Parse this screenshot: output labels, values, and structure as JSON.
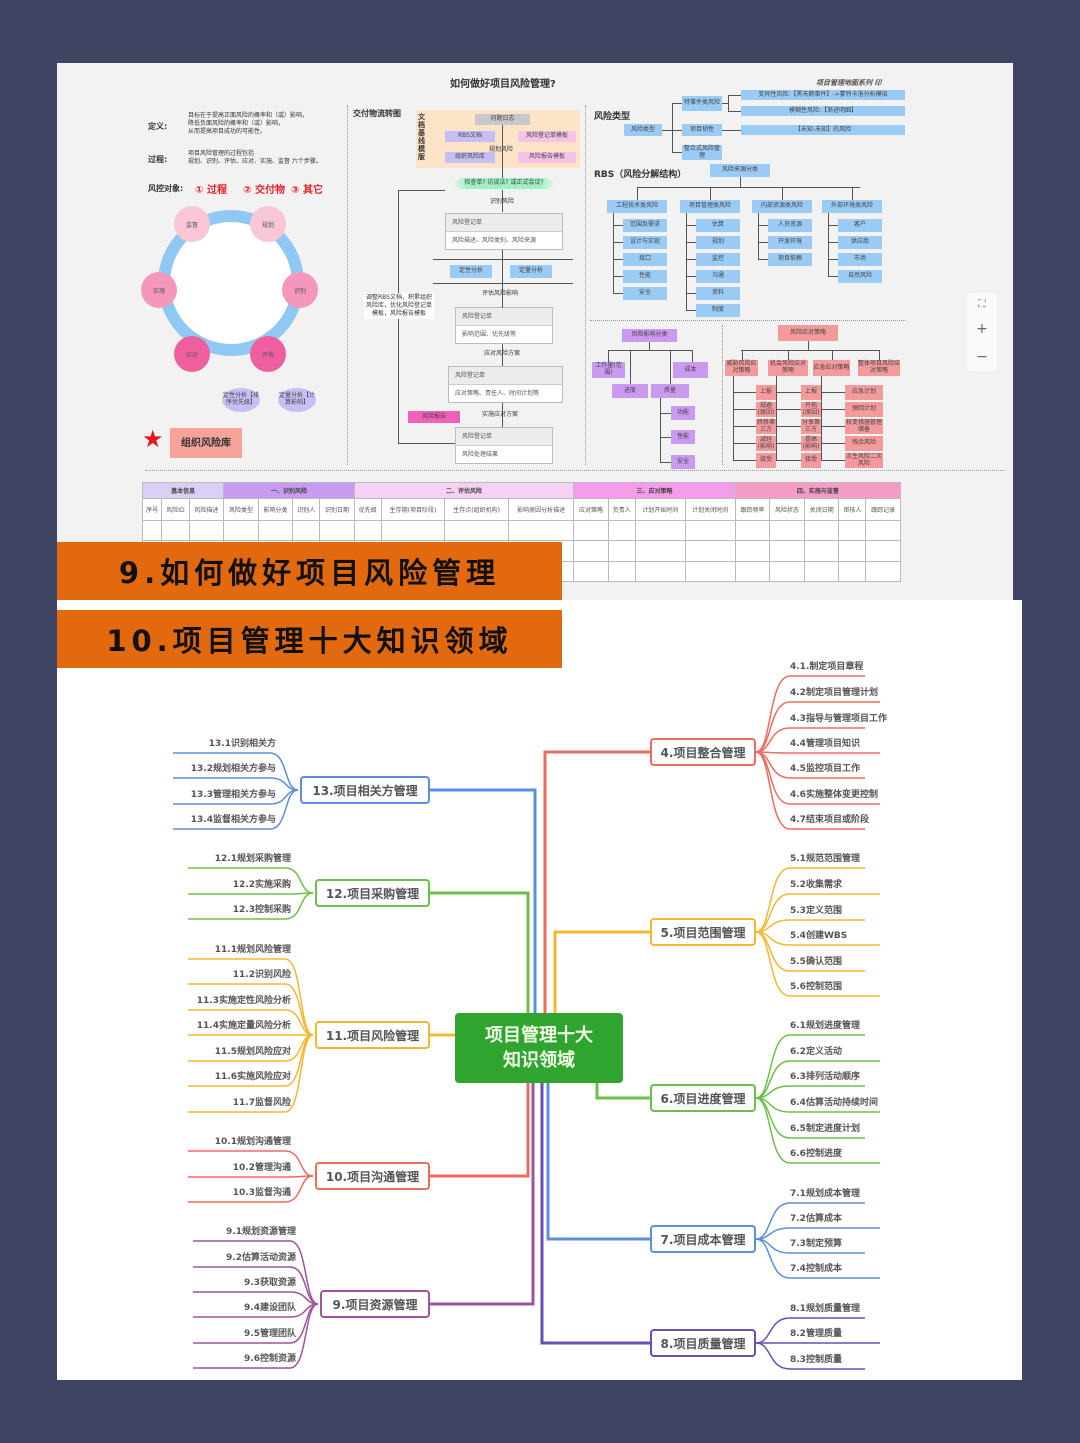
{
  "upper": {
    "title": "如何做好项目风险管理?",
    "series_mark": "项目管理地图系列  印",
    "definition": {
      "label": "定义:",
      "lines": [
        "目标在于提高正面风险的概率和（或）影响，",
        "降低负面风险的概率和（或）影响，",
        "从而提高项目成功的可能性。"
      ]
    },
    "process": {
      "label": "过程:",
      "lines": [
        "项目风险管理的过程包括",
        "规划、识别、评估、应对、实施、监督 六个步骤。"
      ]
    },
    "objects": {
      "label": "风控对象:",
      "items": [
        "① 过程",
        "② 交付物",
        "③ 其它"
      ]
    },
    "cycle": [
      "监督",
      "规划",
      "识别",
      "评估",
      "应对",
      "实施"
    ],
    "analysis": [
      "定性分析【排序优先级】",
      "定量分析【计算影响】"
    ],
    "org_library": "组织风险库",
    "flow": {
      "heading": "交付物流转图",
      "baseline": "文档基线模版",
      "issue_log": "问题日志",
      "rbs_doc": "RBS文档",
      "org_lib": "组织风险库",
      "register_tpl": "风险登记单模板",
      "report_tpl": "风险报告模板",
      "plan": "规划风险",
      "check": "检查单? 访谈法? 或正式会议?",
      "identify": "识别风险",
      "registers": [
        {
          "title": "风险登记单",
          "body": "风险描述、风险类别、风险来源"
        },
        {
          "title": "风险登记单",
          "body": "影响范围、优先级等"
        },
        {
          "title": "风险登记单",
          "body": "应对策略、责任人、时间计划等"
        },
        {
          "title": "风险登记单",
          "body": "风险处理结果"
        }
      ],
      "qual": "定性分析",
      "quant": "定量分析",
      "assess": "评估风险影响",
      "respond": "应对风险方案",
      "implement": "实施应对方案",
      "report": "风险报告",
      "feedback": "调整RBS文档，积累组织风险库，优化风险登记单模板，风险报告模板"
    },
    "types": {
      "heading": "风险类型",
      "root": "风险类型",
      "children": [
        "特事件类风险",
        "项目韧性",
        "整合式风险管理"
      ],
      "details": [
        "变异性风险:【黑天鹅事件】->蒙特卡洛分析模拟",
        "模糊性风险:【渐进明细】",
        "【未知-未知】的风险"
      ]
    },
    "rbs": {
      "heading": "RBS（风险分解结构）",
      "root": "风险来源分类",
      "groups": [
        {
          "name": "工程技术类风险",
          "items": [
            "范围及需求",
            "设计与实现",
            "接口",
            "性能",
            "安全"
          ]
        },
        {
          "name": "项目管理类风险",
          "items": [
            "估算",
            "规划",
            "监控",
            "沟通",
            "资料",
            "制度"
          ]
        },
        {
          "name": "内部资源类风险",
          "items": [
            "人员资源",
            "开发环境",
            "项目依赖"
          ]
        },
        {
          "name": "外部环境类风险",
          "items": [
            "客户",
            "供应商",
            "市场",
            "自然风险"
          ]
        }
      ]
    },
    "impact": {
      "root": "风险影响分类",
      "items": [
        "工作量(范围)",
        "进度",
        "质量",
        "成本"
      ],
      "quality": [
        "功能",
        "性能",
        "安全"
      ]
    },
    "strategy": {
      "root": "风险应对策略",
      "groups": [
        {
          "name": "威胁风险应对策略",
          "items": [
            "上报",
            "规避(原因)",
            "转移第三方",
            "减轻(影响)",
            "接受"
          ]
        },
        {
          "name": "机会风险应对策略",
          "items": [
            "上报",
            "开拓(原因)",
            "分享第三方",
            "提高(影响)",
            "接受"
          ]
        },
        {
          "name": "应急应对策略",
          "items": [
            "应急计划",
            "弹回计划",
            "权变措施管理储备",
            "残余风险",
            "次生风险二次风险"
          ]
        },
        {
          "name": "整体项目风险应对策略",
          "items": []
        }
      ]
    },
    "table": {
      "groups": [
        {
          "label": "基本信息",
          "span": 3,
          "color": "#dccff5"
        },
        {
          "label": "一、识别风险",
          "span": 4,
          "color": "#c79cf0"
        },
        {
          "label": "二、评估风险",
          "span": 4,
          "color": "#f6d1f3"
        },
        {
          "label": "三、应对策略",
          "span": 4,
          "color": "#f59cec"
        },
        {
          "label": "四、实施与监督",
          "span": 5,
          "color": "#f59bc8"
        }
      ],
      "columns": [
        "序号",
        "风险ID",
        "风险描述",
        "风险类型",
        "影响分类",
        "识别人",
        "识别日期",
        "优先级",
        "生存期(项目阶段)",
        "生存点(组织机构)",
        "影响原因分析描述",
        "应对策略",
        "负责人",
        "计划开始时间",
        "计划关闭时间",
        "跟踪频率",
        "风险状态",
        "关闭日期",
        "审核人",
        "跟踪记录"
      ]
    },
    "zoom_controls": {
      "fit": "⛶",
      "plus": "+",
      "minus": "−"
    }
  },
  "banners": [
    "9.如何做好项目风险管理",
    "10.项目管理十大知识领域"
  ],
  "mindmap": {
    "center": [
      "项目管理十大",
      "知识领域"
    ],
    "right": [
      {
        "label": "4.项目整合管理",
        "color": "#ee6b5f",
        "children": [
          "4.1.制定项目章程",
          "4.2制定项目管理计划",
          "4.3指导与管理项目工作",
          "4.4管理项目知识",
          "4.5监控项目工作",
          "4.6实施整体变更控制",
          "4.7结束项目或阶段"
        ]
      },
      {
        "label": "5.项目范围管理",
        "color": "#f5b731",
        "children": [
          "5.1规范范围管理",
          "5.2收集需求",
          "5.3定义范围",
          "5.4创建WBS",
          "5.5确认范围",
          "5.6控制范围"
        ]
      },
      {
        "label": "6.项目进度管理",
        "color": "#6cc04a",
        "children": [
          "6.1规划进度管理",
          "6.2定义活动",
          "6.3排列活动顺序",
          "6.4估算活动持续时间",
          "6.5制定进度计划",
          "6.6控制进度"
        ]
      },
      {
        "label": "7.项目成本管理",
        "color": "#5b8ee0",
        "children": [
          "7.1规划成本管理",
          "7.2估算成本",
          "7.3制定预算",
          "7.4控制成本"
        ]
      },
      {
        "label": "8.项目质量管理",
        "color": "#6a4fb8",
        "children": [
          "8.1规划质量管理",
          "8.2管理质量",
          "8.3控制质量"
        ]
      }
    ],
    "left": [
      {
        "label": "13.项目相关方管理",
        "color": "#5b8ee0",
        "children": [
          "13.1识别相关方",
          "13.2规划相关方参与",
          "13.3管理相关方参与",
          "13.4监督相关方参与"
        ]
      },
      {
        "label": "12.项目采购管理",
        "color": "#6cc04a",
        "children": [
          "12.1规划采购管理",
          "12.2实施采购",
          "12.3控制采购"
        ]
      },
      {
        "label": "11.项目风险管理",
        "color": "#f5b731",
        "children": [
          "11.1规划风险管理",
          "11.2识别风险",
          "11.3实施定性风险分析",
          "11.4实施定量风险分析",
          "11.5规划风险应对",
          "11.6实施风险应对",
          "11.7监督风险"
        ]
      },
      {
        "label": "10.项目沟通管理",
        "color": "#ee6b5f",
        "children": [
          "10.1规划沟通管理",
          "10.2管理沟通",
          "10.3监督沟通"
        ]
      },
      {
        "label": "9.项目资源管理",
        "color": "#a0529a",
        "children": [
          "9.1规划资源管理",
          "9.2估算活动资源",
          "9.3获取资源",
          "9.4建设团队",
          "9.5管理团队",
          "9.6控制资源"
        ]
      }
    ]
  }
}
